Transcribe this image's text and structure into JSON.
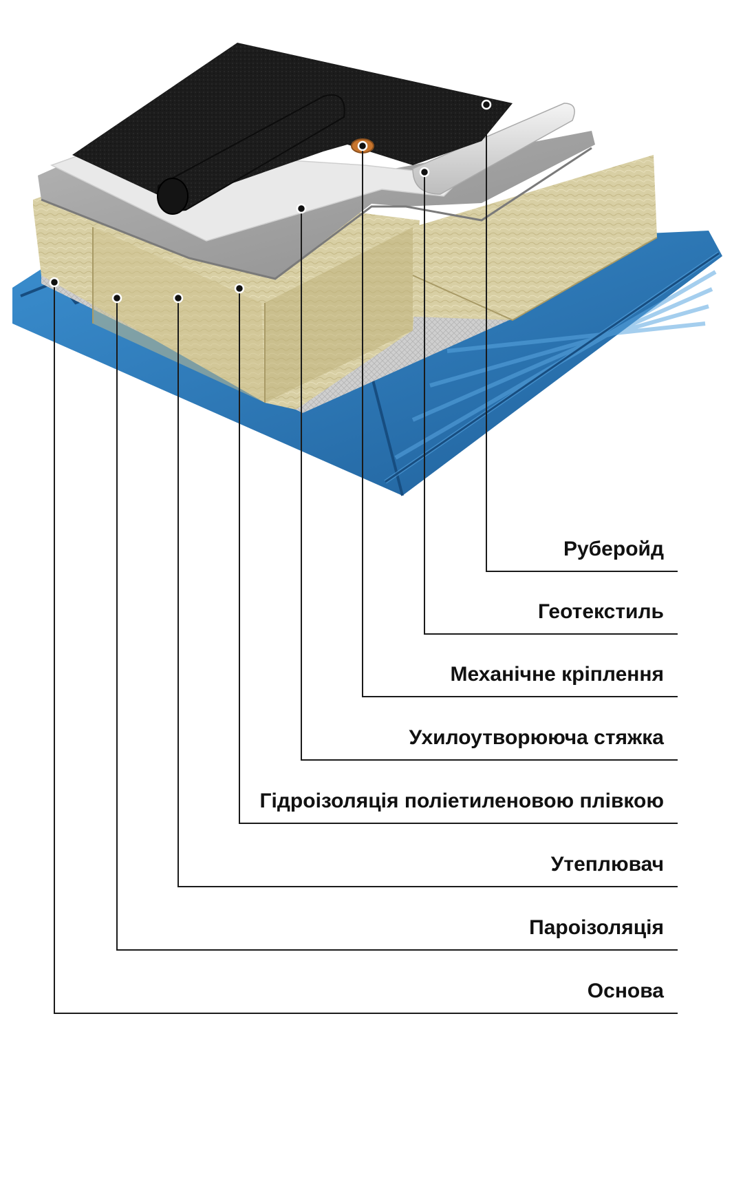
{
  "layers": [
    {
      "name": "Руберойд"
    },
    {
      "name": "Геотекстиль"
    },
    {
      "name": "Механічне кріплення"
    },
    {
      "name": "Ухилоутворююча стяжка"
    },
    {
      "name": "Гідроізоляція поліетиленовою плівкою"
    },
    {
      "name": "Утеплювач"
    },
    {
      "name": "Пароізоляція"
    },
    {
      "name": "Основа"
    }
  ],
  "colors": {
    "deck_blue": "#2f7fbf",
    "deck_blue_dark": "#1f5f99",
    "mineral_wool": "#d9cfa6",
    "screed_gray": "#a3a3a3",
    "geotextile": "#e6e6e6",
    "bitumen": "#1b1b1b",
    "fastener": "#c8752d",
    "vapor_barrier": "#cfcfcf"
  }
}
